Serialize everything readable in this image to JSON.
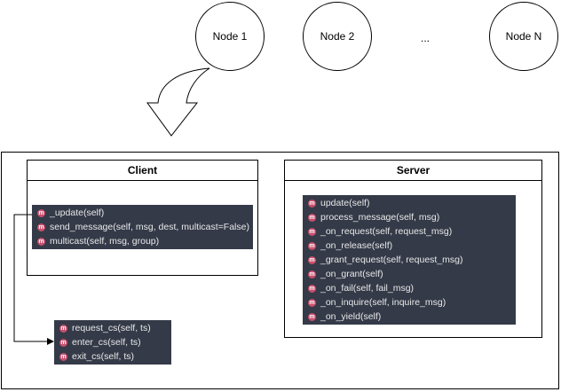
{
  "nodes": [
    {
      "label": "Node 1"
    },
    {
      "label": "Node 2"
    },
    {
      "label": "Node N"
    }
  ],
  "ellipsis": "...",
  "client": {
    "title": "Client",
    "methods": [
      "_update(self)",
      "send_message(self, msg, dest, multicast=False)",
      "multicast(self, msg, group)"
    ]
  },
  "server": {
    "title": "Server",
    "methods": [
      "update(self)",
      "process_message(self, msg)",
      "_on_request(self, request_msg)",
      "_on_release(self)",
      "_grant_request(self, request_msg)",
      "_on_grant(self)",
      "_on_fail(self, fail_msg)",
      "_on_inquire(self, inquire_msg)",
      "_on_yield(self)"
    ]
  },
  "cs_methods": [
    "request_cs(self, ts)",
    "enter_cs(self, ts)",
    "exit_cs(self, ts)"
  ],
  "method_icon": "m",
  "colors": {
    "method_bg": "#343a48",
    "method_icon": "#c94f6d"
  }
}
